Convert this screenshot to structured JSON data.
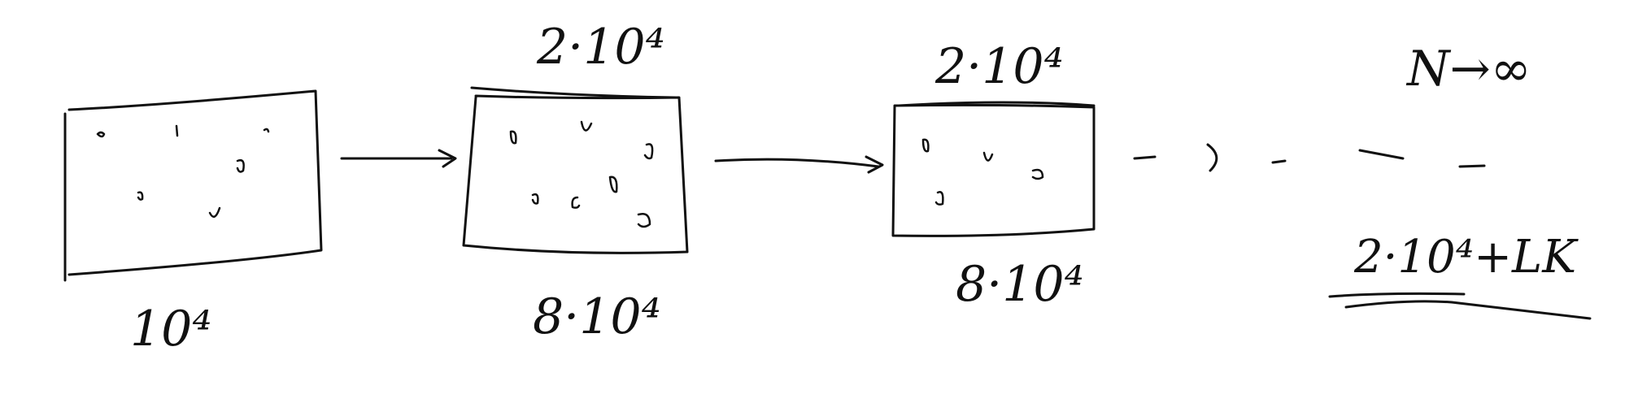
{
  "labels": {
    "box1_bottom": "10⁴",
    "box2_top": "2·10⁴",
    "box2_bottom": "8·10⁴",
    "box3_top": "2·10⁴",
    "box3_bottom": "8·10⁴",
    "limit_top": "N→∞",
    "limit_bottom": "2·10⁴+LK"
  }
}
